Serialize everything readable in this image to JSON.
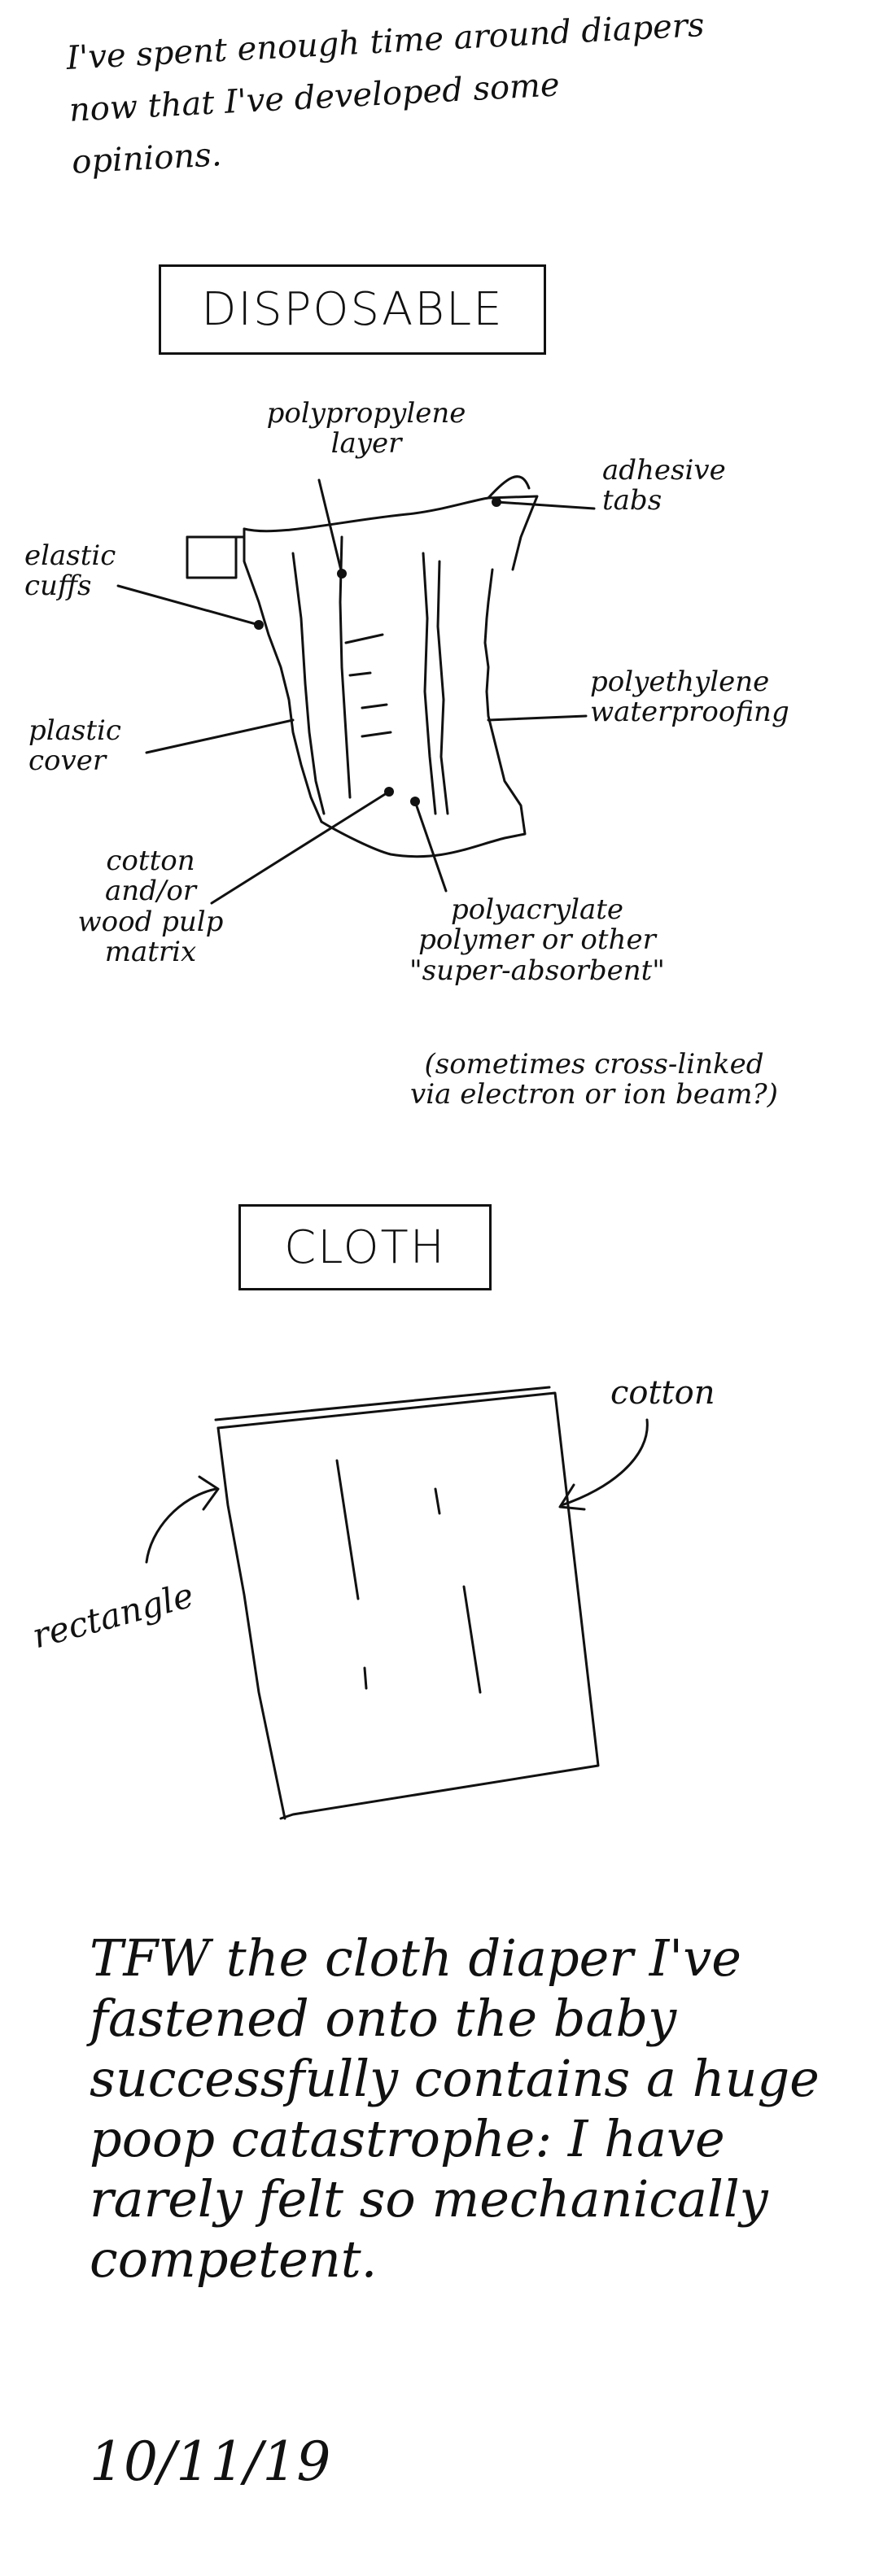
{
  "intro": "I've spent enough time around diapers now that I've developed some opinions.",
  "disposable": {
    "heading": "DISPOSABLE",
    "labels": {
      "polypropylene": "polypropylene\nlayer",
      "adhesive": "adhesive\ntabs",
      "elastic": "elastic\ncuffs",
      "plastic": "plastic\ncover",
      "polyethylene": "polyethylene\nwaterproofing",
      "cotton_wood": "cotton\nand/or\nwood pulp\nmatrix",
      "polyacrylate": "polyacrylate\npolymer or other\n\"super-absorbent\"",
      "crosslinked": "(sometimes cross-linked\nvia electron or ion beam?)"
    }
  },
  "cloth": {
    "heading": "CLOTH",
    "labels": {
      "cotton": "cotton",
      "rectangle": "rectangle"
    }
  },
  "closing": "TFW the cloth diaper I've fastened onto the baby successfully contains a huge poop catastrophe: I have rarely felt so mechanically competent.",
  "date": "10/11/19"
}
